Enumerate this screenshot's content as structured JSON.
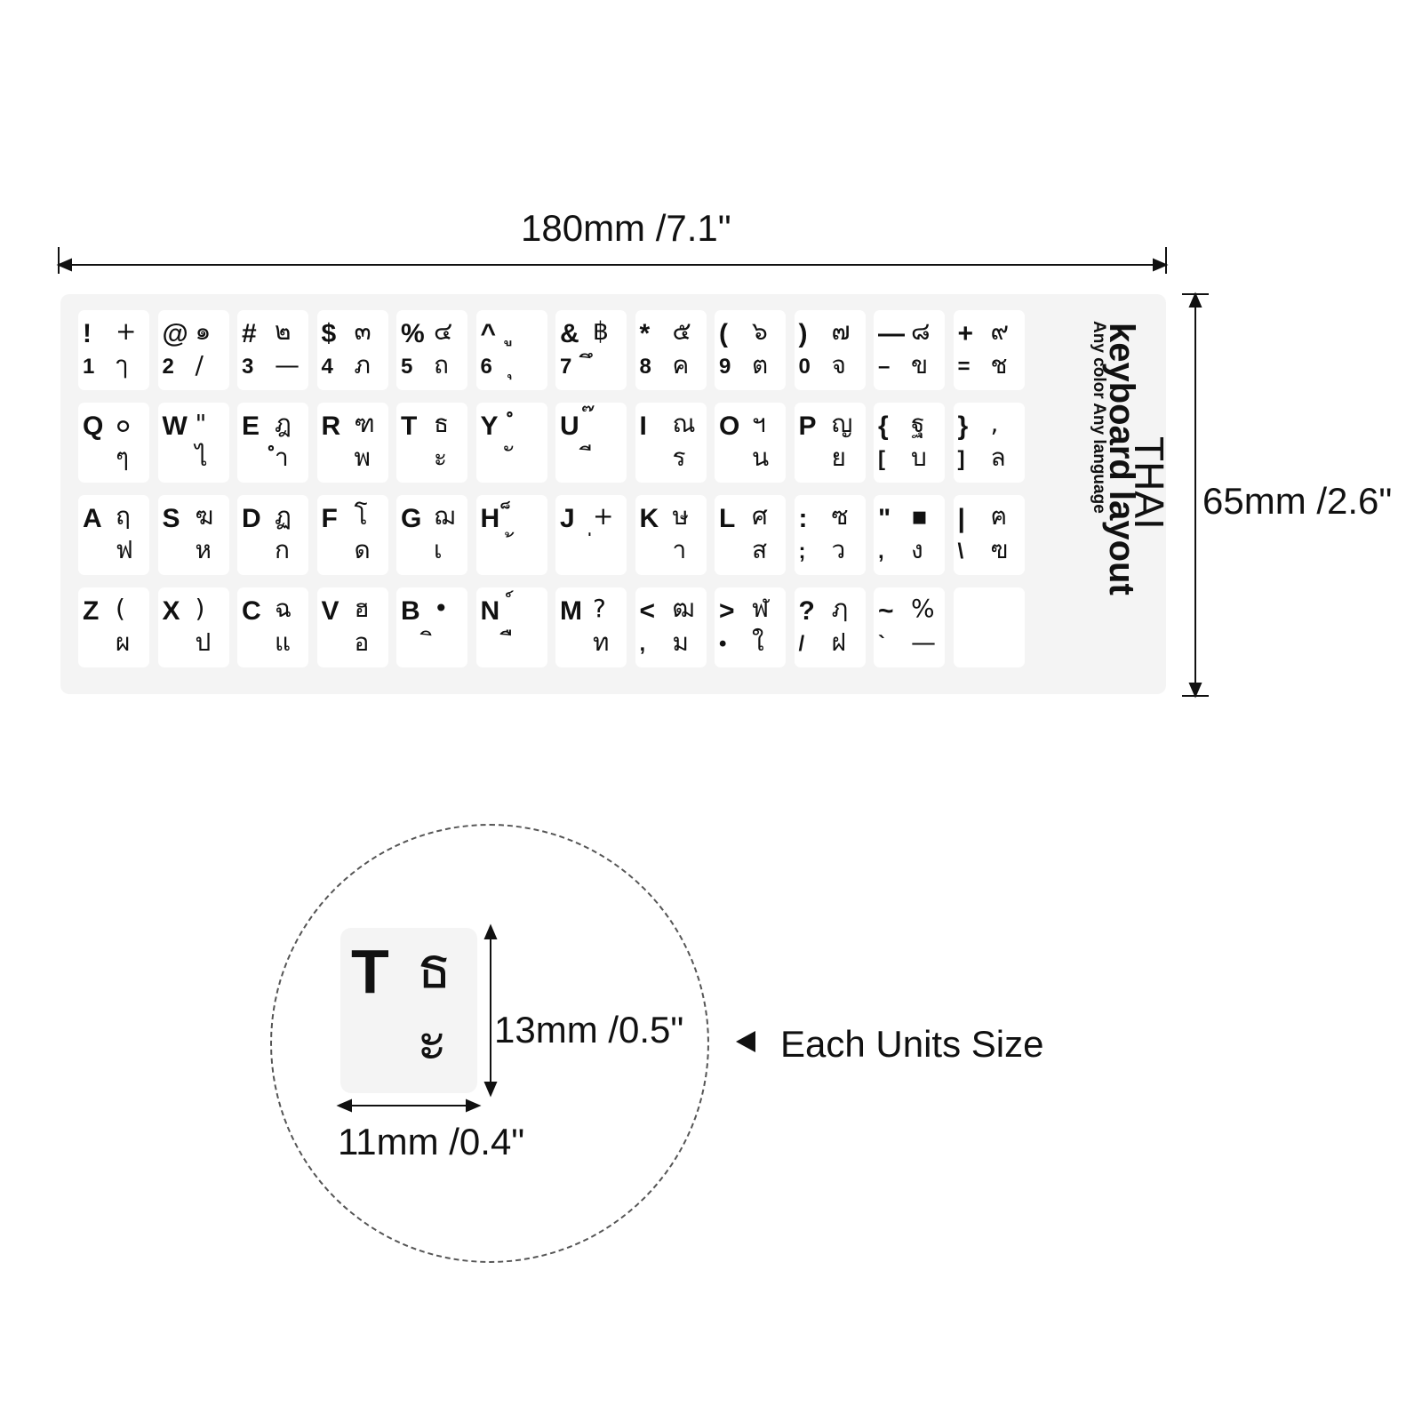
{
  "dimensions": {
    "width": "180mm /7.1\"",
    "height": "65mm /2.6\""
  },
  "sheet": {
    "side_title": "THAI",
    "side_heading": "keyboard layout",
    "side_subtitle": "Any color Any language",
    "rows": [
      [
        {
          "tl": "!",
          "tr": "+",
          "bl": "1",
          "br": "ๅ"
        },
        {
          "tl": "@",
          "tr": "๑",
          "bl": "2",
          "br": "/"
        },
        {
          "tl": "#",
          "tr": "๒",
          "bl": "3",
          "br": "—"
        },
        {
          "tl": "$",
          "tr": "๓",
          "bl": "4",
          "br": "ภ"
        },
        {
          "tl": "%",
          "tr": "๔",
          "bl": "5",
          "br": "ถ"
        },
        {
          "tl": "^",
          "tr": "ู",
          "bl": "6",
          "br": "ุ"
        },
        {
          "tl": "&",
          "tr": "฿",
          "bl": "7",
          "br": "ึ"
        },
        {
          "tl": "*",
          "tr": "๕",
          "bl": "8",
          "br": "ค"
        },
        {
          "tl": "(",
          "tr": "๖",
          "bl": "9",
          "br": "ต"
        },
        {
          "tl": ")",
          "tr": "๗",
          "bl": "0",
          "br": "จ"
        },
        {
          "tl": "—",
          "tr": "๘",
          "bl": "–",
          "br": "ข"
        },
        {
          "tl": "+",
          "tr": "๙",
          "bl": "=",
          "br": "ช"
        }
      ],
      [
        {
          "tl": "Q",
          "tr": "๐",
          "bl": "",
          "br": "ๆ"
        },
        {
          "tl": "W",
          "tr": "\"",
          "bl": "",
          "br": "ไ"
        },
        {
          "tl": "E",
          "tr": "ฎ",
          "bl": "",
          "br": "ำ"
        },
        {
          "tl": "R",
          "tr": "ฑ",
          "bl": "",
          "br": "พ"
        },
        {
          "tl": "T",
          "tr": "ธ",
          "bl": "",
          "br": "ะ"
        },
        {
          "tl": "Y",
          "tr": "ํ",
          "bl": "",
          "br": "ั"
        },
        {
          "tl": "U",
          "tr": "๊",
          "bl": "",
          "br": "ี"
        },
        {
          "tl": "I",
          "tr": "ณ",
          "bl": "",
          "br": "ร"
        },
        {
          "tl": "O",
          "tr": "ฯ",
          "bl": "",
          "br": "น"
        },
        {
          "tl": "P",
          "tr": "ญ",
          "bl": "",
          "br": "ย"
        },
        {
          "tl": "{",
          "tr": "ฐ",
          "bl": "[",
          "br": "บ"
        },
        {
          "tl": "}",
          "tr": ",",
          "bl": "]",
          "br": "ล"
        }
      ],
      [
        {
          "tl": "A",
          "tr": "ฤ",
          "bl": "",
          "br": "ฟ"
        },
        {
          "tl": "S",
          "tr": "ฆ",
          "bl": "",
          "br": "ห"
        },
        {
          "tl": "D",
          "tr": "ฏ",
          "bl": "",
          "br": "ก"
        },
        {
          "tl": "F",
          "tr": "โ",
          "bl": "",
          "br": "ด"
        },
        {
          "tl": "G",
          "tr": "ฌ",
          "bl": "",
          "br": "เ"
        },
        {
          "tl": "H",
          "tr": "็",
          "bl": "",
          "br": "้"
        },
        {
          "tl": "J",
          "tr": "+",
          "bl": "",
          "br": "่"
        },
        {
          "tl": "K",
          "tr": "ษ",
          "bl": "",
          "br": "า"
        },
        {
          "tl": "L",
          "tr": "ศ",
          "bl": "",
          "br": "ส"
        },
        {
          "tl": ":",
          "tr": "ซ",
          "bl": ";",
          "br": "ว"
        },
        {
          "tl": "\"",
          "tr": "▪",
          "bl": ",",
          "br": "ง"
        },
        {
          "tl": "|",
          "tr": "ฅ",
          "bl": "\\",
          "br": "ฃ"
        }
      ],
      [
        {
          "tl": "Z",
          "tr": "(",
          "bl": "",
          "br": "ผ"
        },
        {
          "tl": "X",
          "tr": ")",
          "bl": "",
          "br": "ป"
        },
        {
          "tl": "C",
          "tr": "ฉ",
          "bl": "",
          "br": "แ"
        },
        {
          "tl": "V",
          "tr": "ฮ",
          "bl": "",
          "br": "อ"
        },
        {
          "tl": "B",
          "tr": "•",
          "bl": "",
          "br": "ิ"
        },
        {
          "tl": "N",
          "tr": "์",
          "bl": "",
          "br": "ื"
        },
        {
          "tl": "M",
          "tr": "?",
          "bl": "",
          "br": "ท"
        },
        {
          "tl": "<",
          "tr": "ฒ",
          "bl": ",",
          "br": "ม"
        },
        {
          "tl": ">",
          "tr": "ฬ",
          "bl": "•",
          "br": "ใ"
        },
        {
          "tl": "?",
          "tr": "ฦ",
          "bl": "/",
          "br": "ฝ"
        },
        {
          "tl": "~",
          "tr": "%",
          "bl": "`",
          "br": "—"
        },
        {
          "tl": "",
          "tr": "",
          "bl": "",
          "br": ""
        }
      ]
    ]
  },
  "unit": {
    "key_tl": "T",
    "key_tr": "ธ",
    "key_br": "ะ",
    "height": "13mm /0.5\"",
    "width": "11mm /0.4\"",
    "caption": "Each Units Size",
    "pointer_icon": "triangle-left-icon"
  }
}
